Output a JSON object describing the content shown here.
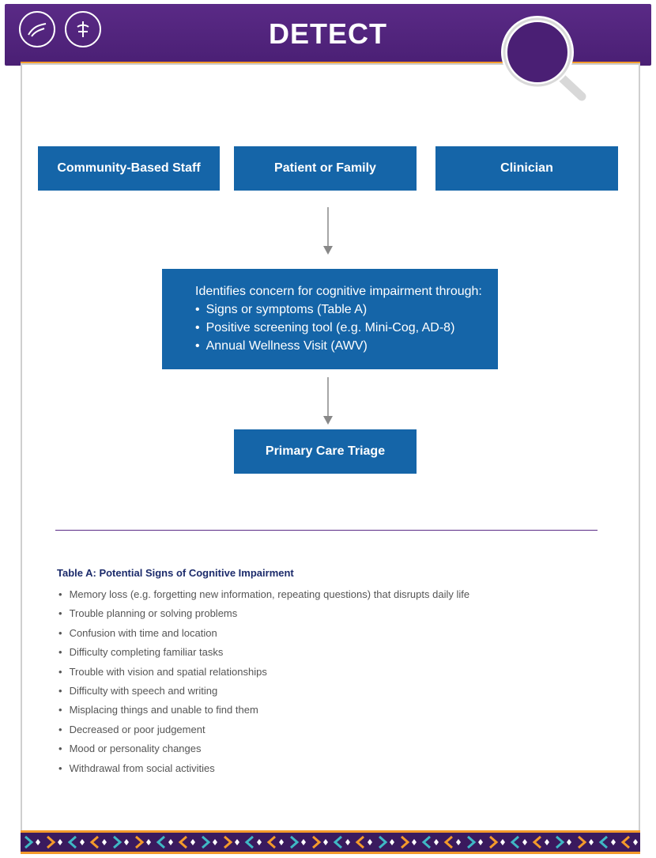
{
  "header": {
    "title": "DETECT",
    "logos": [
      "hhs-seal-icon",
      "ihs-seal-icon"
    ]
  },
  "sources": {
    "left": "Community-Based Staff",
    "center": "Patient or Family",
    "right": "Clinician"
  },
  "concern": {
    "lead": "Identifies concern for cognitive impairment through:",
    "items": [
      "Signs or symptoms (Table A)",
      "Positive screening tool (e.g. Mini-Cog, AD-8)",
      "Annual Wellness Visit (AWV)"
    ]
  },
  "triage": {
    "label": "Primary Care Triage"
  },
  "table_a": {
    "title": "Table A:  Potential Signs of Cognitive Impairment",
    "items": [
      "Memory loss (e.g. forgetting new information, repeating questions) that disrupts daily life",
      "Trouble planning or solving problems",
      "Confusion with time and location",
      "Difficulty completing familiar tasks",
      "Trouble with vision and spatial relationships",
      "Difficulty with speech and writing",
      "Misplacing things and unable to find them",
      "Decreased or poor judgement",
      "Mood or personality changes",
      "Withdrawal from social activities"
    ]
  },
  "colors": {
    "header_purple": "#5a2a86",
    "box_blue": "#1565a8",
    "table_title_navy": "#1c2b6b",
    "pattern_orange": "#f39a2b",
    "pattern_teal": "#3fb7c4"
  }
}
